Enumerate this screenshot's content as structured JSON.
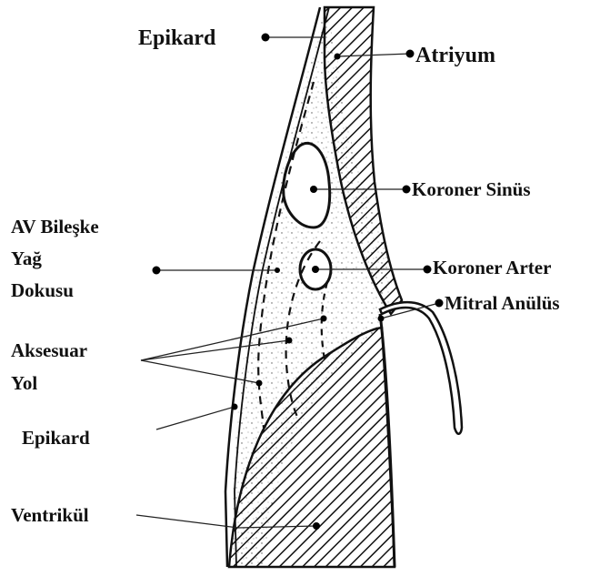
{
  "labels": {
    "epikard_top": "Epikard",
    "atriyum": "Atriyum",
    "koroner_sinus": "Koroner Sinüs",
    "av_bileske_1": "AV Bileşke",
    "av_bileske_2": "Yağ",
    "av_bileske_3": "Dokusu",
    "koroner_arter": "Koroner Arter",
    "mitral_anulus": "Mitral Anülüs",
    "aksesuar_1": "Aksesuar",
    "aksesuar_2": "Yol",
    "epikard_bottom": "Epikard",
    "ventrikul": "Ventrikül"
  },
  "colors": {
    "ink": "#111111",
    "background": "#ffffff"
  }
}
